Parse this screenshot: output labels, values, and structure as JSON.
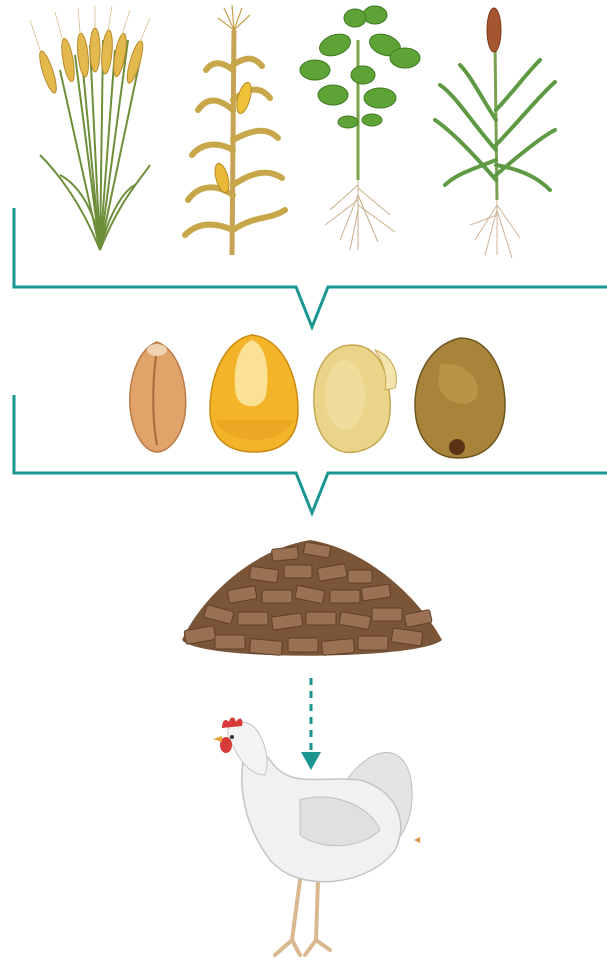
{
  "diagram": {
    "stages": [
      {
        "id": "crops",
        "items": [
          "wheat-plant",
          "corn-plant",
          "soybean-plant",
          "sorghum-plant"
        ]
      },
      {
        "id": "grains",
        "items": [
          "wheat-grain",
          "corn-kernel",
          "soybean-seed",
          "sorghum-seed"
        ]
      },
      {
        "id": "feed",
        "items": [
          "feed-pellets"
        ]
      },
      {
        "id": "animal",
        "items": [
          "chicken"
        ]
      }
    ],
    "colors": {
      "bracket": "#1a9590",
      "arrow": "#1a9590",
      "wheat": "#e8c45a",
      "corn_kernel": "#f4b42a",
      "soybean": "#ead48a",
      "sorghum": "#a8843a",
      "pellet": "#8a6445",
      "chicken": "#eeeeee",
      "comb": "#d83a3a"
    },
    "icons": [
      "wheat-icon",
      "corn-icon",
      "soybean-icon",
      "sorghum-icon",
      "pellets-icon",
      "chicken-icon",
      "down-arrow-icon"
    ]
  }
}
